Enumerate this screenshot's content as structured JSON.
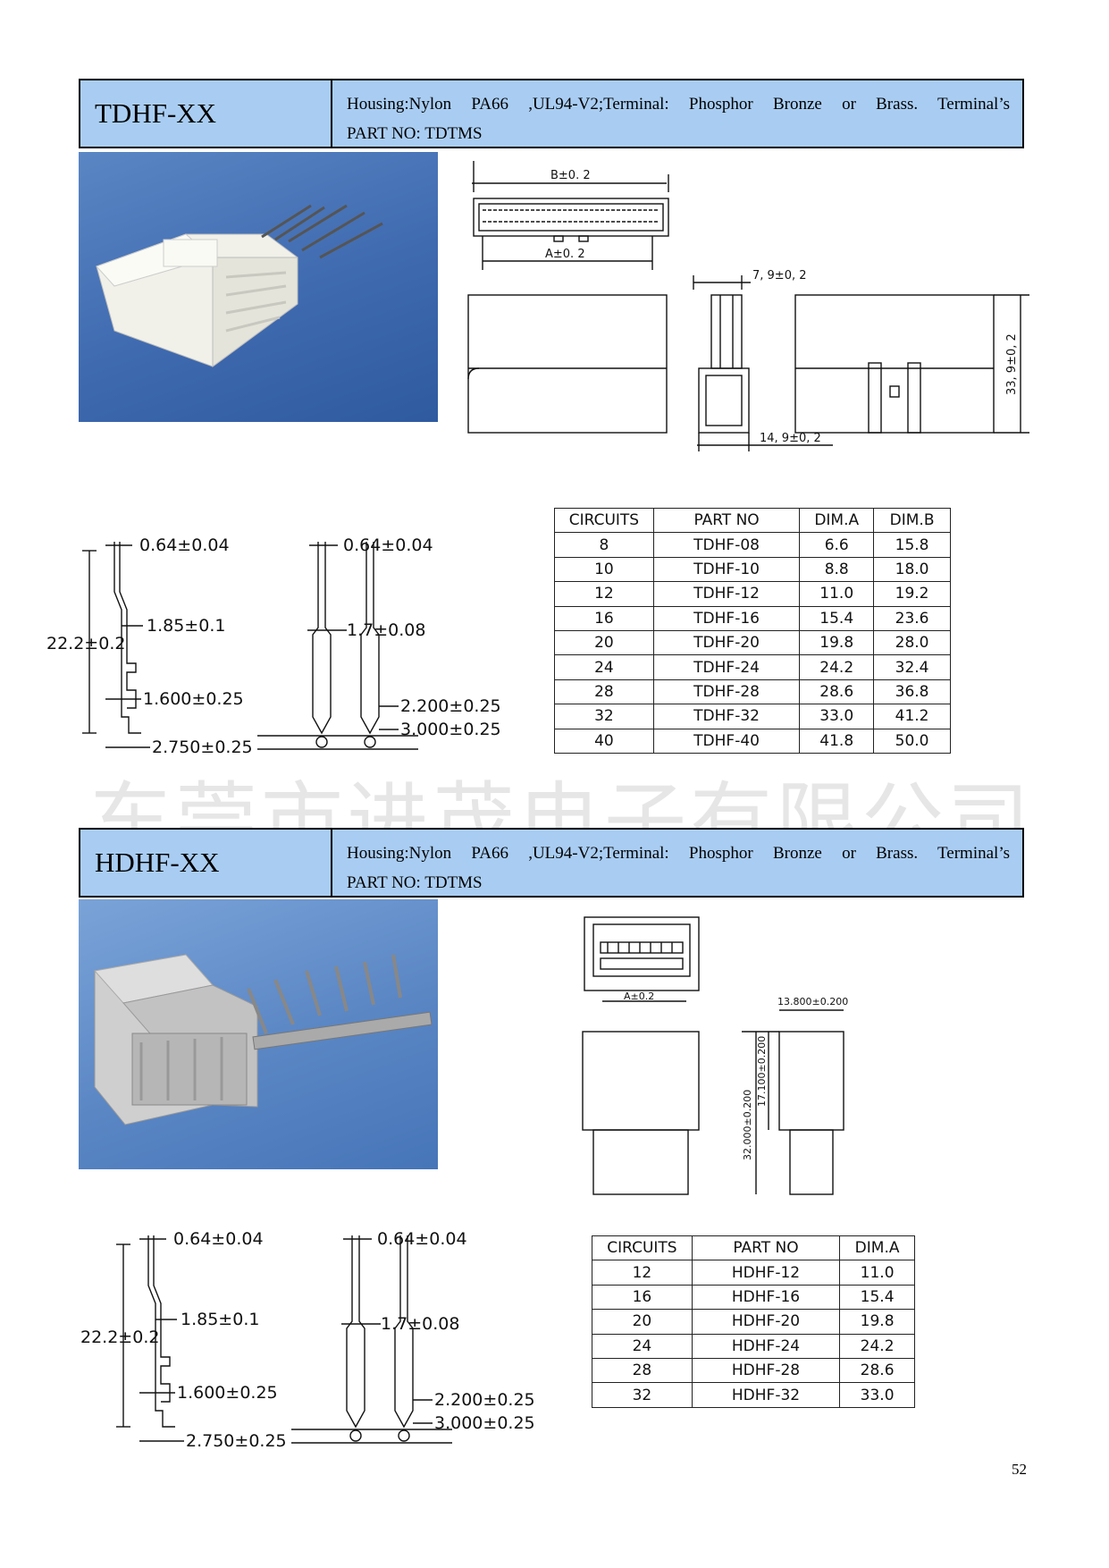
{
  "sections": [
    {
      "model": "TDHF-XX",
      "desc_line1": "Housing:Nylon PA66 ,UL94-V2;Terminal: Phosphor Bronze or Brass. Terminal’s",
      "desc_line2": "PART NO: TDTMS",
      "drawing": {
        "b_dim": "B±0. 2",
        "a_dim": "A±0. 2",
        "w_dim": "7, 9±0, 2",
        "h_dim": "33, 9±0, 2",
        "d_dim": "14, 9±0, 2"
      },
      "terminal": {
        "d1": "0.64±0.04",
        "d2": "1.85±0.1",
        "d3": "22.2±0.2",
        "d4": "1.600±0.25",
        "d5": "2.750±0.25",
        "d6": "0.64±0.04",
        "d7": "1.7±0.08",
        "d8": "2.200±0.25",
        "d9": "3.000±0.25"
      },
      "table": {
        "headers": [
          "CIRCUITS",
          "PART NO",
          "DIM.A",
          "DIM.B"
        ],
        "rows": [
          [
            "8",
            "TDHF-08",
            "6.6",
            "15.8"
          ],
          [
            "10",
            "TDHF-10",
            "8.8",
            "18.0"
          ],
          [
            "12",
            "TDHF-12",
            "11.0",
            "19.2"
          ],
          [
            "16",
            "TDHF-16",
            "15.4",
            "23.6"
          ],
          [
            "20",
            "TDHF-20",
            "19.8",
            "28.0"
          ],
          [
            "24",
            "TDHF-24",
            "24.2",
            "32.4"
          ],
          [
            "28",
            "TDHF-28",
            "28.6",
            "36.8"
          ],
          [
            "32",
            "TDHF-32",
            "33.0",
            "41.2"
          ],
          [
            "40",
            "TDHF-40",
            "41.8",
            "50.0"
          ]
        ]
      }
    },
    {
      "model": "HDHF-XX",
      "desc_line1": "Housing:Nylon PA66 ,UL94-V2;Terminal: Phosphor Bronze or Brass. Terminal’s",
      "desc_line2": "PART NO: TDTMS",
      "drawing": {
        "a_dim": "A±0.2",
        "w_dim": "13.800±0.200",
        "h1_dim": "32.000±0.200",
        "h2_dim": "17.100±0.200"
      },
      "terminal": {
        "d1": "0.64±0.04",
        "d2": "1.85±0.1",
        "d3": "22.2±0.2",
        "d4": "1.600±0.25",
        "d5": "2.750±0.25",
        "d6": "0.64±0.04",
        "d7": "1.7±0.08",
        "d8": "2.200±0.25",
        "d9": "3.000±0.25"
      },
      "table": {
        "headers": [
          "CIRCUITS",
          "PART NO",
          "DIM.A"
        ],
        "rows": [
          [
            "12",
            "HDHF-12",
            "11.0"
          ],
          [
            "16",
            "HDHF-16",
            "15.4"
          ],
          [
            "20",
            "HDHF-20",
            "19.8"
          ],
          [
            "24",
            "HDHF-24",
            "24.2"
          ],
          [
            "28",
            "HDHF-28",
            "28.6"
          ],
          [
            "32",
            "HDHF-32",
            "33.0"
          ]
        ]
      }
    }
  ],
  "watermark": "东莞市进茂电子有限公司",
  "page_number": "52"
}
